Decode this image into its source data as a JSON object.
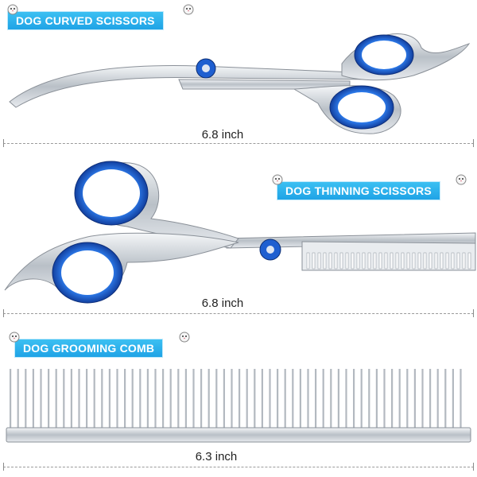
{
  "items": [
    {
      "title": "DOG CURVED SCISSORS",
      "measure": "6.8 inch"
    },
    {
      "title": "DOG THINNING SCISSORS",
      "measure": "6.8 inch"
    },
    {
      "title": "DOG GROOMING COMB",
      "measure": "6.3 inch"
    }
  ],
  "colors": {
    "banner": "#23a8ea",
    "ring_blue": "#1f62d6",
    "steel": "#c8cdd2"
  }
}
